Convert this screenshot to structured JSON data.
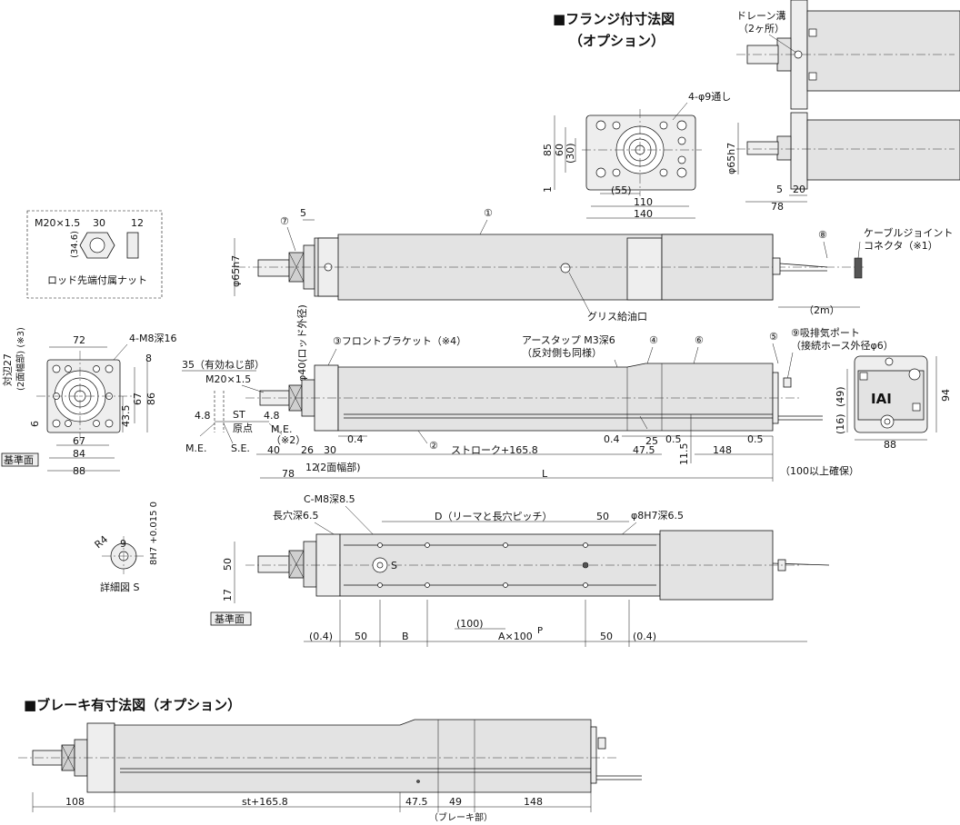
{
  "titles": {
    "flange": "■フランジ付寸法図",
    "flange_sub": "（オプション）",
    "brake": "■ブレーキ有寸法図（オプション）"
  },
  "flange_view": {
    "drain": "ドレーン溝",
    "drain_count": "（2ヶ所）",
    "holes": "4-φ9通し",
    "d85": "85",
    "d60": "60",
    "d30": "(30)",
    "d1": "1",
    "d55": "(55)",
    "d110": "110",
    "d140": "140",
    "phi65": "φ65h7",
    "d5": "5",
    "d20": "20",
    "d78": "78"
  },
  "nut_detail": {
    "thread": "M20×1.5",
    "d30": "30",
    "d12": "12",
    "d346": "(34.6)",
    "caption": "ロッド先端付属ナット"
  },
  "front_view": {
    "width_across": "対辺27",
    "width_across_sub": "(2面幅部) (※3)",
    "d72": "72",
    "holes": "4-M8深16",
    "d8": "8",
    "d67v": "67",
    "d86": "86",
    "d435": "43.5",
    "d6": "6",
    "d67h": "67",
    "d84": "84",
    "d88": "88",
    "datum": "基準面"
  },
  "main_top": {
    "n7": "⑦",
    "d5": "5",
    "n1": "①",
    "phi65": "φ65h7",
    "n8": "⑧",
    "cable_joint": "ケーブルジョイント",
    "connector": "コネクタ（※1）",
    "grease": "グリス給油口",
    "d2m": "（2m）"
  },
  "main_side": {
    "phi40": "φ40(ロッド外径)",
    "front_bracket": "③フロントブラケット（※4）",
    "earth_tap": "アースタップ M3深6",
    "earth_tap_sub": "（反対側も同様）",
    "n4": "④",
    "n6": "⑥",
    "n5": "⑤",
    "exhaust": "⑨吸排気ポート",
    "exhaust_sub": "（接続ホース外径φ6）",
    "d35": "35（有効ねじ部）",
    "thread": "M20×1.5",
    "st": "ST",
    "d48a": "4.8",
    "d48b": "4.8",
    "origin": "原点",
    "me": "M.E.",
    "se": "S.E.",
    "me2": "M.E.",
    "me2_note": "（※2）",
    "d40": "40",
    "d26": "26",
    "d30": "30",
    "d04a": "0.4",
    "n2": "②",
    "d04b": "0.4",
    "d25": "25",
    "d05a": "0.5",
    "d05b": "0.5",
    "d475": "47.5",
    "d115": "11.5",
    "d148": "148",
    "stroke": "ストローク+165.8",
    "d78": "78",
    "d12": "12",
    "width_note": "(2面幅部)",
    "L": "L",
    "clearance": "（100以上確保）"
  },
  "end_view": {
    "d49": "(49)",
    "d16": "(16)",
    "d94": "94",
    "d88": "88",
    "logo": "IAI"
  },
  "detail_s": {
    "r4": "R4",
    "d9": "9",
    "tol": "8H7 +0.015 0",
    "caption": "詳細図 S"
  },
  "bottom_view": {
    "cm8": "C-M8深8.5",
    "slot": "長穴深6.5",
    "D": "D（リーマと長穴ピッチ）",
    "d50top": "50",
    "phi8": "φ8H7深6.5",
    "s": "S",
    "d50v": "50",
    "d17": "17",
    "datum": "基準面",
    "d04a": "(0.4)",
    "d50a": "50",
    "B": "B",
    "d100": "(100)",
    "A": "A×100",
    "P": "P",
    "d50b": "50",
    "d04b": "(0.4)"
  },
  "brake_view": {
    "d108": "108",
    "st": "st+165.8",
    "d475": "47.5",
    "d49": "49",
    "d148": "148",
    "brake_part": "（ブレーキ部）"
  }
}
